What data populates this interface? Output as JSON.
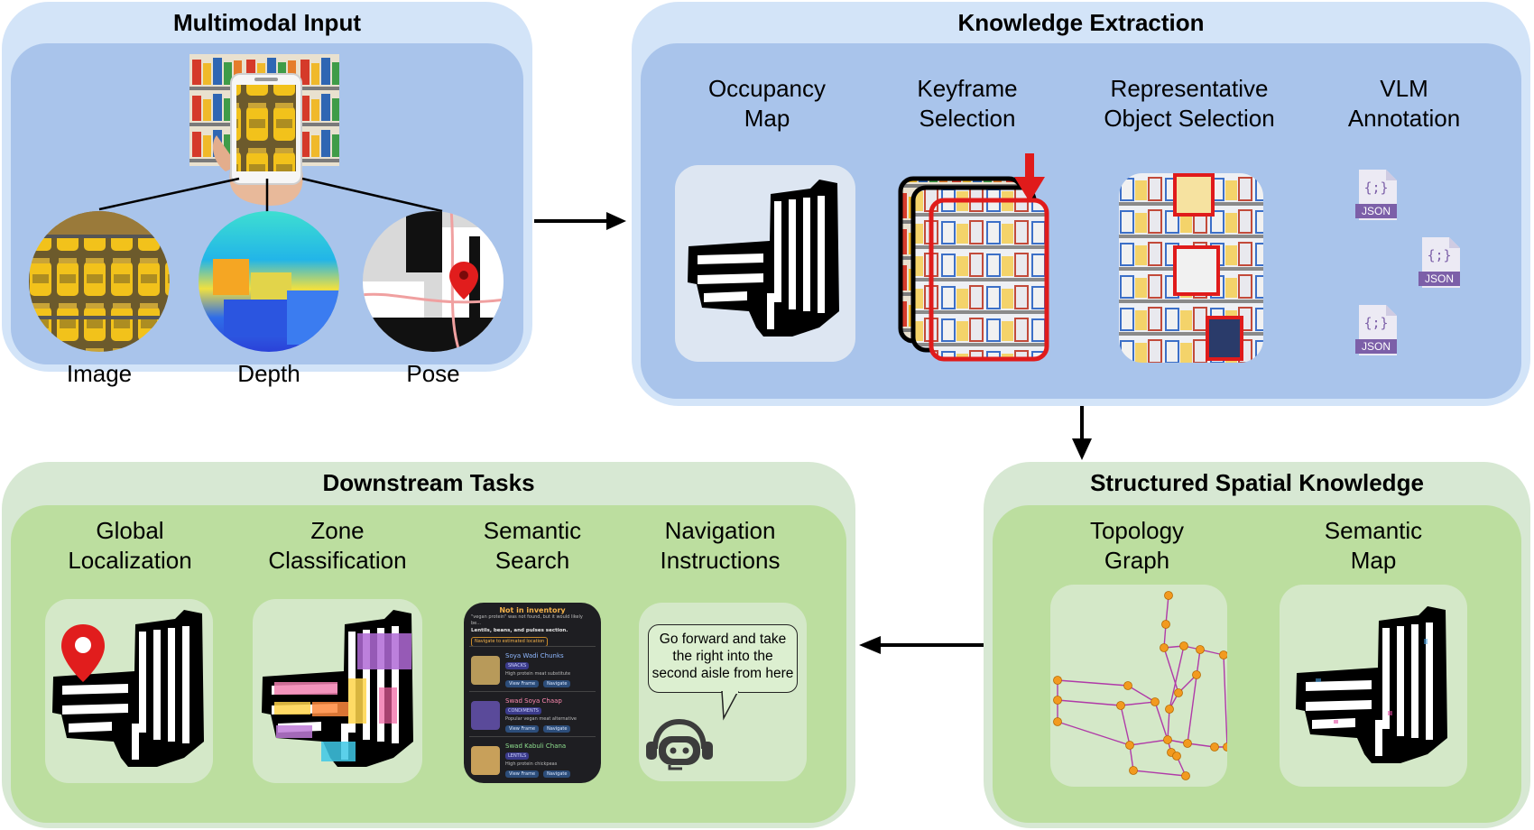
{
  "colors": {
    "blue_outer": "#d3e4f8",
    "blue_inner": "#a9c4eb",
    "green_outer": "#d7e8d3",
    "green_inner": "#bcde9f",
    "highlight_red": "#e01b1b",
    "graph_node": "#f29a1f",
    "graph_edge": "#b03aa8"
  },
  "multimodal_input": {
    "title": "Multimodal Input",
    "items": [
      "Image",
      "Depth",
      "Pose"
    ]
  },
  "knowledge_extraction": {
    "title": "Knowledge Extraction",
    "steps": [
      {
        "line1": "Occupancy",
        "line2": "Map"
      },
      {
        "line1": "Keyframe",
        "line2": "Selection"
      },
      {
        "line1": "Representative",
        "line2": "Object Selection"
      },
      {
        "line1": "VLM",
        "line2": "Annotation"
      }
    ],
    "json_icon_label": "JSON",
    "json_icon_glyph": "{;}"
  },
  "structured_spatial_knowledge": {
    "title": "Structured Spatial Knowledge",
    "items": [
      {
        "line1": "Topology",
        "line2": "Graph"
      },
      {
        "line1": "Semantic",
        "line2": "Map"
      }
    ]
  },
  "downstream_tasks": {
    "title": "Downstream Tasks",
    "items": [
      {
        "line1": "Global",
        "line2": "Localization"
      },
      {
        "line1": "Zone",
        "line2": "Classification"
      },
      {
        "line1": "Semantic",
        "line2": "Search"
      },
      {
        "line1": "Navigation",
        "line2": "Instructions"
      }
    ],
    "semantic_search_card": {
      "header_title": "Not in inventory",
      "header_text": "\"vegan protein\" was not found, but it would likely be...",
      "header_bold": "Lentils, beans, and pulses section.",
      "header_button": "Navigate to estimated location",
      "results": [
        {
          "name": "Soya Wadi Chunks",
          "tag": "SNACKS",
          "desc": "High protein meat substitute",
          "btn1": "View Frame",
          "btn2": "Navigate"
        },
        {
          "name": "Swad Soya Chaap",
          "tag": "CONDIMENTS",
          "desc": "Popular vegan meat alternative",
          "btn1": "View Frame",
          "btn2": "Navigate"
        },
        {
          "name": "Swad Kabuli Chana",
          "tag": "LENTILS",
          "desc": "High protein chickpeas",
          "btn1": "View Frame",
          "btn2": "Navigate"
        }
      ]
    },
    "navigation_bubble": [
      "Go forward and take",
      "the right into the",
      "second aisle from here"
    ]
  },
  "icons": [
    "location-pin-icon",
    "down-arrow-icon",
    "json-file-icon",
    "chatbot-icon",
    "flow-arrow-icon"
  ]
}
